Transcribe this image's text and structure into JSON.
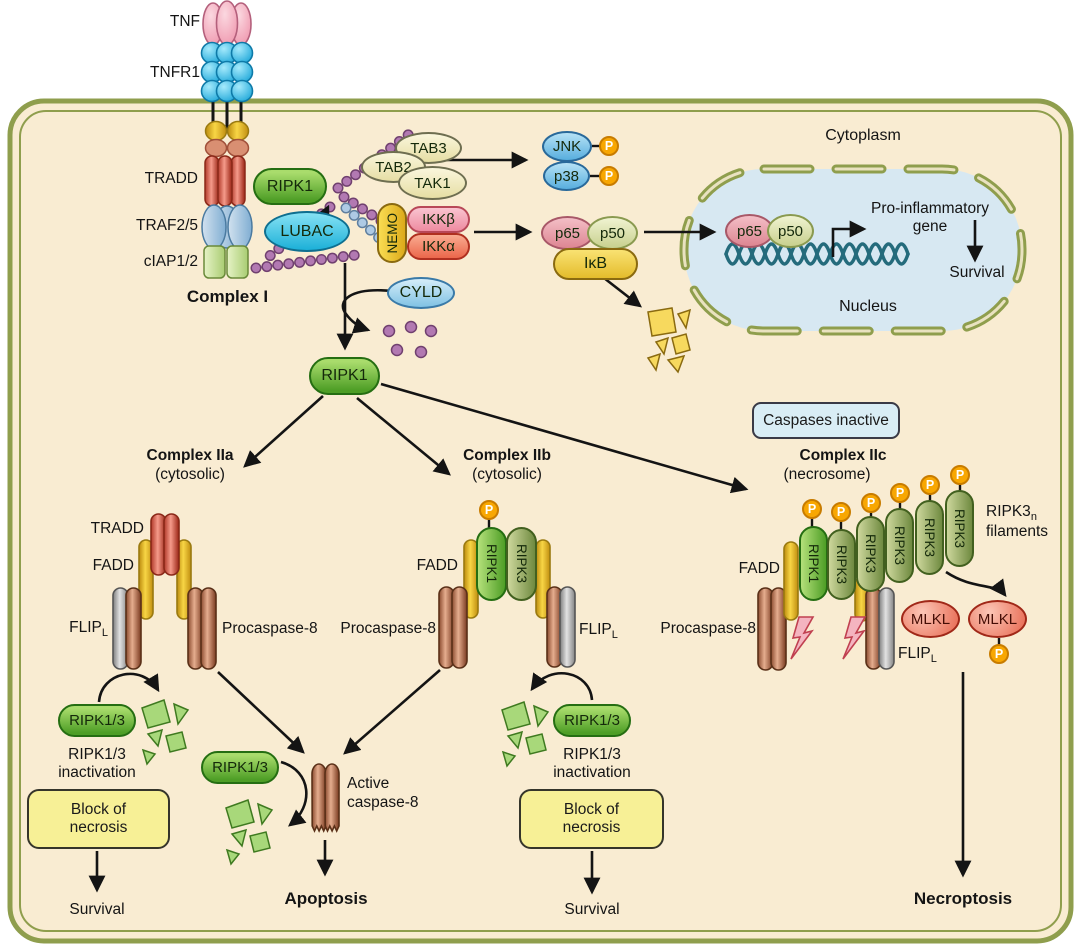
{
  "colors": {
    "cell_fill": "#f9ecd2",
    "membrane_olive": "#8f9e4d",
    "nucleus_fill": "#d7e8f2",
    "phospho_orange": "#f8a702",
    "ripk_green": "#4e9e26",
    "ripk3_olive": "#6f8a40",
    "caspase_brown": "#a05c3c",
    "fadd_gold": "#e4bc2c",
    "ubiquitin_purple": "#b279b2",
    "ubiquitin_blue": "#aecae4",
    "block_box_yellow": "#f7f096",
    "caspases_box_blue": "#d9edf5"
  },
  "p_label": "P",
  "complex1": {
    "tnf": "TNF",
    "tnfr1": "TNFR1",
    "tradd": "TRADD",
    "traf25": "TRAF2/5",
    "ciap12": "cIAP1/2",
    "label": "Complex I",
    "ripk1": "RIPK1",
    "lubac": "LUBAC"
  },
  "signaling": {
    "tab3": "TAB3",
    "tab2": "TAB2",
    "tak1": "TAK1",
    "jnk": "JNK",
    "p38": "p38",
    "nemo": "NEMO",
    "ikkb": "IKKβ",
    "ikka": "IKKα",
    "p65": "p65",
    "p50": "p50",
    "ikb": "IκB",
    "cyld": "CYLD",
    "ripk1": "RIPK1"
  },
  "nucleus_area": {
    "cytoplasm": "Cytoplasm",
    "nucleus": "Nucleus",
    "p65": "p65",
    "p50": "p50",
    "gene_line1": "Pro-inflammatory",
    "gene_line2": "gene",
    "survival": "Survival"
  },
  "caspases_inactive": "Caspases inactive",
  "complex2a": {
    "title": "Complex IIa",
    "subtitle": "(cytosolic)",
    "tradd": "TRADD",
    "fadd": "FADD",
    "flip": "FLIP",
    "flip_sub": "L",
    "procaspase8": "Procaspase-8",
    "ripk13": "RIPK1/3",
    "inactivation1": "RIPK1/3",
    "inactivation2": "inactivation",
    "block1": "Block of",
    "block2": "necrosis",
    "survival": "Survival"
  },
  "complex2b": {
    "title": "Complex IIb",
    "subtitle": "(cytosolic)",
    "ripk1": "RIPK1",
    "ripk3": "RIPK3",
    "fadd": "FADD",
    "procaspase8": "Procaspase-8",
    "flip": "FLIP",
    "flip_sub": "L",
    "ripk13": "RIPK1/3",
    "inactivation1": "RIPK1/3",
    "inactivation2": "inactivation",
    "block1": "Block of",
    "block2": "necrosis",
    "survival": "Survival"
  },
  "complex2c": {
    "title": "Complex IIc",
    "subtitle": "(necrosome)",
    "fadd": "FADD",
    "procaspase8": "Procaspase-8",
    "filaments": [
      "RIPK1",
      "RIPK3",
      "RIPK3",
      "RIPK3",
      "RIPK3",
      "RIPK3"
    ],
    "filament_label1": "RIPK3",
    "filament_label_sub": "n",
    "filament_label2": "filaments",
    "flip": "FLIP",
    "flip_sub": "L",
    "mlkl1": "MLKL",
    "mlkl2": "MLKL",
    "necroptosis": "Necroptosis"
  },
  "apoptosis_branch": {
    "ripk13": "RIPK1/3",
    "active1": "Active",
    "active2": "caspase-8",
    "label": "Apoptosis"
  }
}
